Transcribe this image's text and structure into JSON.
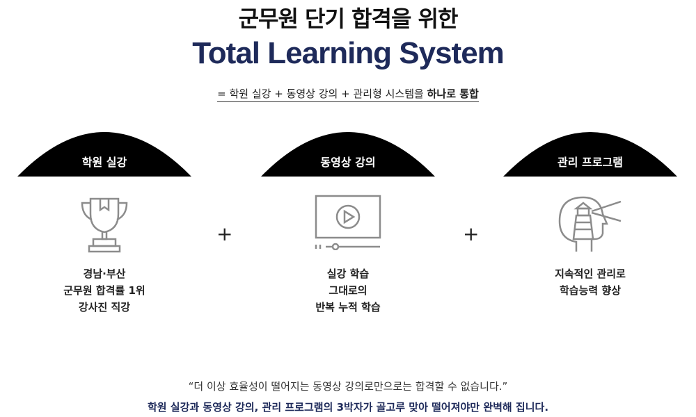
{
  "header": {
    "title_top": "군무원 단기 합격을 위한",
    "title_main": "Total Learning System",
    "subline_plain": "= 학원 실강 + 동영상 강의 + 관리형 시스템을 ",
    "subline_bold": "하나로 통합"
  },
  "columns": [
    {
      "title": "학원 실강",
      "icon": "trophy-icon",
      "lines": [
        "경남·부산",
        "군무원 합격률 1위",
        "강사진 직강"
      ]
    },
    {
      "title": "동영상 강의",
      "icon": "video-player-icon",
      "lines": [
        "실강 학습",
        "그대로의",
        "반복 누적 학습"
      ]
    },
    {
      "title": "관리 프로그램",
      "icon": "lighthouse-head-icon",
      "lines": [
        "지속적인 관리로",
        "학습능력 향상"
      ]
    }
  ],
  "plus_sign": "+",
  "footer": {
    "quote": "“더 이상 효율성이 떨어지는 동영상 강의로만으로는 합격할 수 없습니다.”",
    "summary": "학원 실강과 동영상 강의, 관리 프로그램의 3박자가 골고루 맞아 떨어져야만 완벽해 집니다."
  },
  "colors": {
    "accent_navy": "#1e2a5a",
    "dome_black": "#000000",
    "icon_gray": "#8c8c8c"
  }
}
